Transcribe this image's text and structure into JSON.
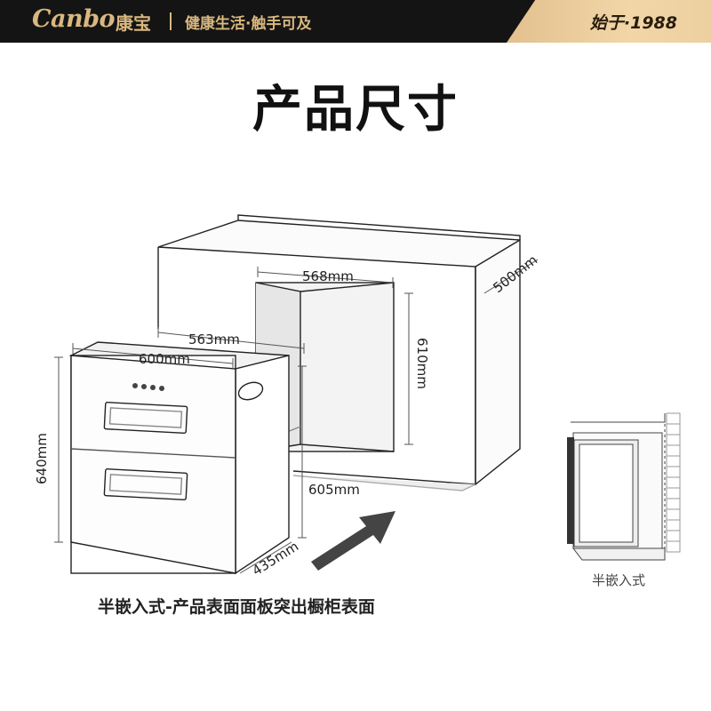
{
  "header": {
    "brand_latin": "Canbo",
    "brand_cn": "康宝",
    "slogan": "健康生活·触手可及",
    "since": "始于·1988"
  },
  "title": "产品尺寸",
  "dimensions": {
    "niche_width": "568mm",
    "niche_depth": "500mm",
    "niche_height": "610mm",
    "inner_width": "563mm",
    "panel_width": "600mm",
    "panel_height": "640mm",
    "body_height": "605mm",
    "body_depth": "435mm"
  },
  "captions": {
    "main": "半嵌入式-产品表面面板突出橱柜表面",
    "side": "半嵌入式"
  },
  "colors": {
    "topbar": "#141414",
    "gold": "#d9b77f",
    "line": "#222222",
    "dim": "#555555",
    "arrow": "#444444"
  }
}
